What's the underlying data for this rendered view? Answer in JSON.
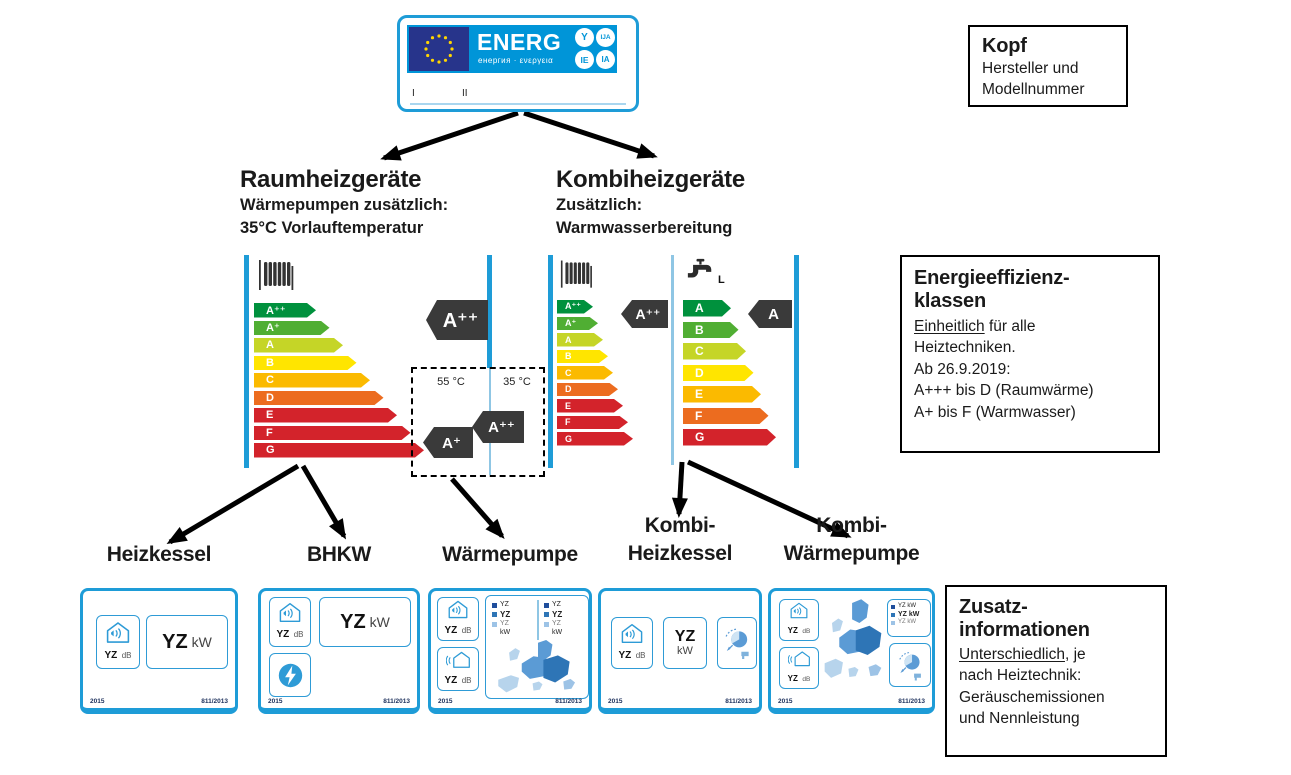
{
  "energ_label": {
    "brand": "ENERG",
    "sub_script": "енергия · ενεργεια",
    "badges": [
      "Y",
      "IJA",
      "IE",
      "IA"
    ],
    "field_left": "I",
    "field_right": "II"
  },
  "kopf_box": {
    "title": "Kopf",
    "line1": "Hersteller und",
    "line2": "Modellnummer"
  },
  "raum": {
    "title": "Raumheizgeräte",
    "sub1": "Wärmepumpen zusätzlich:",
    "sub2": "35°C Vorlauftemperatur",
    "rating": "A⁺⁺"
  },
  "dashed_box": {
    "temp_55": "55 °C",
    "temp_35": "35 °C",
    "rating_55": "A⁺",
    "rating_35": "A⁺⁺"
  },
  "kombi": {
    "title": "Kombiheizgeräte",
    "sub1": "Zusätzlich:",
    "sub2": "Warmwasserbereitung",
    "heat_rating": "A⁺⁺",
    "water_rating": "A",
    "tap_label": "L"
  },
  "scales": {
    "raum_main": {
      "classes": [
        "A⁺⁺",
        "A⁺",
        "A",
        "B",
        "C",
        "D",
        "E",
        "F",
        "G"
      ],
      "colors": [
        "#00913d",
        "#50ae33",
        "#c5d527",
        "#ffe500",
        "#fbba00",
        "#ec6c1f",
        "#d3232b",
        "#d3232b",
        "#d3232b"
      ]
    },
    "kombi_heat": {
      "classes": [
        "A⁺⁺",
        "A⁺",
        "A",
        "B",
        "C",
        "D",
        "E",
        "F",
        "G"
      ],
      "colors": [
        "#00913d",
        "#50ae33",
        "#c5d527",
        "#ffe500",
        "#fbba00",
        "#ec6c1f",
        "#d3232b",
        "#d3232b",
        "#d3232b"
      ]
    },
    "kombi_water": {
      "classes": [
        "A",
        "B",
        "C",
        "D",
        "E",
        "F",
        "G"
      ],
      "colors": [
        "#00913d",
        "#50ae33",
        "#c5d527",
        "#ffe500",
        "#fbba00",
        "#ec6c1f",
        "#d3232b"
      ]
    }
  },
  "effizienz_box": {
    "title1": "Energieeffizienz-",
    "title2": "klassen",
    "u1": "Einheitlich",
    "r1": " für alle",
    "line2": "Heiztechniken.",
    "line3": "Ab 26.9.2019:",
    "line4": "A+++ bis D (Raumwärme)",
    "line5": "A+ bis F (Warmwasser)"
  },
  "zusatz_box": {
    "title1": "Zusatz-",
    "title2": "informationen",
    "u1": "Unterschiedlich",
    "r1": ", je",
    "line2": "nach Heiztechnik:",
    "line3": "Geräuschemissionen",
    "line4": "und Nennleistung"
  },
  "bottom_labels": {
    "heizkessel": "Heizkessel",
    "bhkw": "BHKW",
    "waermepumpe": "Wärmepumpe",
    "kombi_heizkessel_1": "Kombi-",
    "kombi_heizkessel_2": "Heizkessel",
    "kombi_waermepumpe_1": "Kombi-",
    "kombi_waermepumpe_2": "Wärmepumpe"
  },
  "cards": {
    "year": "2015",
    "regulation": "811/2013",
    "db_value": "YZ",
    "db_unit": "dB",
    "kw_value": "YZ",
    "kw_unit": "kW",
    "legend_value": "YZ",
    "legend_unit": "kW"
  }
}
